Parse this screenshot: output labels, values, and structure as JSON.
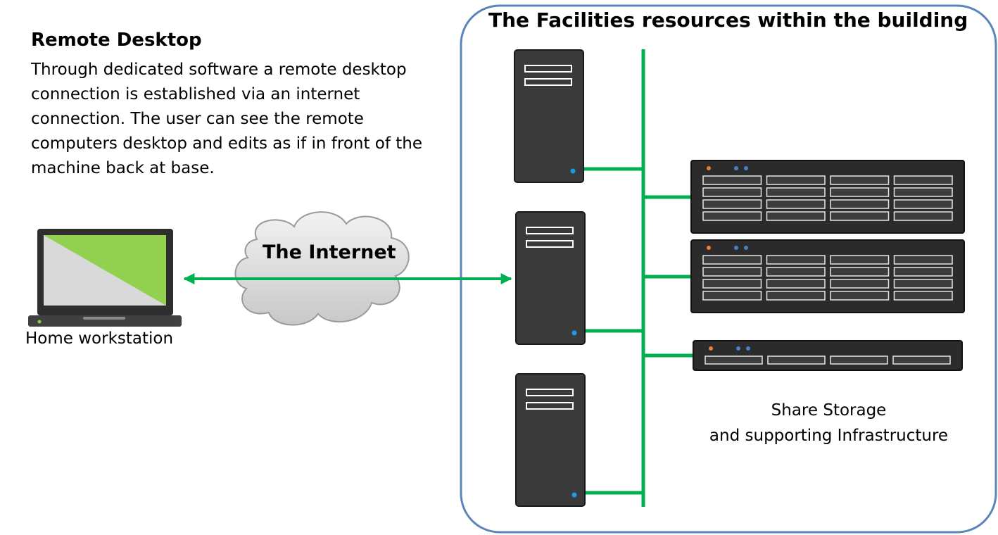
{
  "intro": {
    "title": "Remote Desktop",
    "description": "Through dedicated software a remote desktop connection is established via an internet connection. The user can see the remote computers desktop and edits as if in front of the machine back at base."
  },
  "home": {
    "label": "Home workstation"
  },
  "internet": {
    "label": "The Internet"
  },
  "facility": {
    "title": "The Facilities resources within the building",
    "storage_label_line1": "Share Storage",
    "storage_label_line2": "and supporting Infrastructure"
  },
  "colors": {
    "network_green": "#00b050",
    "boundary_blue": "#5b84b8",
    "device_dark": "#3a3a3a",
    "screen_green": "#92d050",
    "cloud_gray": "#d9d9d9",
    "led_blue": "#1a9be6",
    "led_orange": "#ed7d31"
  }
}
